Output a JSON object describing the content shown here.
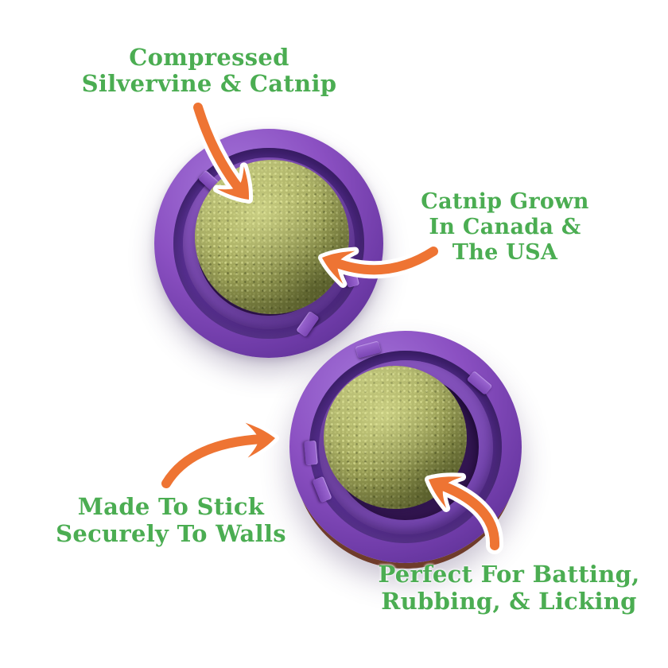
{
  "page": {
    "background": "#ffffff",
    "description": "Product infographic: two purple wall-mount compressed catnip balls with four annotated callouts and orange hand-drawn arrows"
  },
  "colors": {
    "text_green": "#4BAD52",
    "arrow_orange": "#EE7433",
    "arrow_outline": "#FFFFFF",
    "mount_purple": "#8B50C2",
    "mount_purple_light": "#A678DB",
    "mount_purple_dark": "#5A3194",
    "groove_purple": "#3A1B5E",
    "ball_green": "#A2A75B",
    "ball_green_light": "#C9CF86",
    "ball_green_dark": "#6E7538",
    "backing_brown": "#6F3C2B"
  },
  "callouts": {
    "top": {
      "lines": [
        "Compressed",
        "Silvervine & Catnip"
      ]
    },
    "right": {
      "lines": [
        "Catnip Grown",
        "In Canada &",
        "The USA"
      ]
    },
    "left": {
      "lines": [
        "Made To Stick",
        "Securely To Walls"
      ]
    },
    "bottom": {
      "lines": [
        "Perfect For Batting,",
        "Rubbing, & Licking"
      ]
    }
  },
  "arrows": [
    {
      "name": "arrow-to-top-ball",
      "points_to": "catnip ball surface, top product"
    },
    {
      "name": "arrow-to-top-ball-side",
      "points_to": "catnip ball side, top product"
    },
    {
      "name": "arrow-to-mount-edge",
      "points_to": "wall-mount edge, bottom product"
    },
    {
      "name": "arrow-to-bottom-ball",
      "points_to": "catnip ball surface, bottom product"
    }
  ],
  "products": [
    {
      "name": "catnip-ball-in-wall-mount",
      "position": "top-left"
    },
    {
      "name": "catnip-ball-in-wall-mount",
      "position": "bottom-right"
    }
  ]
}
